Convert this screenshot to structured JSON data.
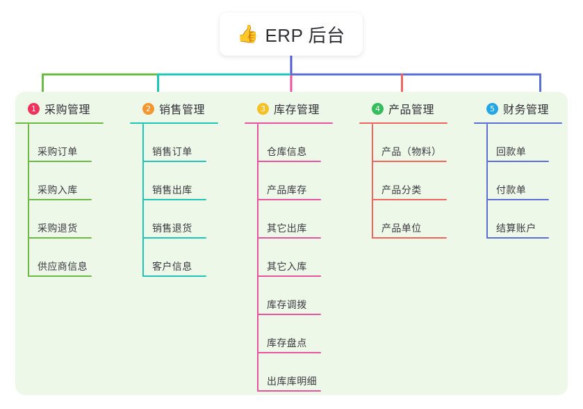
{
  "root": {
    "emoji": "👍",
    "emoji_name": "thumbs-up-icon",
    "title": "ERP 后台"
  },
  "colors": {
    "panel_bg": "#eef8e9",
    "page_bg": "#ffffff",
    "root_line": "#4f5bd5",
    "branch_1": "#6aba45",
    "branch_2": "#1ec6b6",
    "branch_3": "#e8529e",
    "branch_4": "#f4625f",
    "branch_5": "#5b6ed8",
    "badge_1": "#f0315b",
    "badge_2": "#f3962f",
    "badge_3": "#f5c026",
    "badge_4": "#35bd5d",
    "badge_5": "#23a6e8"
  },
  "branches": [
    {
      "index": "1",
      "label": "采购管理",
      "badge_color": "#f0315b",
      "line_color": "#6aba45",
      "leaves": [
        "采购订单",
        "采购入库",
        "采购退货",
        "供应商信息"
      ]
    },
    {
      "index": "2",
      "label": "销售管理",
      "badge_color": "#f3962f",
      "line_color": "#1ec6b6",
      "leaves": [
        "销售订单",
        "销售出库",
        "销售退货",
        "客户信息"
      ]
    },
    {
      "index": "3",
      "label": "库存管理",
      "badge_color": "#f5c026",
      "line_color": "#e8529e",
      "leaves": [
        "仓库信息",
        "产品库存",
        "其它出库",
        "其它入库",
        "库存调拨",
        "库存盘点",
        "出库库明细"
      ]
    },
    {
      "index": "4",
      "label": "产品管理",
      "badge_color": "#35bd5d",
      "line_color": "#f4625f",
      "leaves": [
        "产品（物料）",
        "产品分类",
        "产品单位"
      ]
    },
    {
      "index": "5",
      "label": "财务管理",
      "badge_color": "#23a6e8",
      "line_color": "#5b6ed8",
      "leaves": [
        "回款单",
        "付款单",
        "结算账户"
      ]
    }
  ],
  "layout": {
    "column_left": [
      22,
      187,
      352,
      517,
      682
    ],
    "head_rule_width": [
      127,
      127,
      127,
      127,
      127
    ],
    "leaf_rule_width": [
      92,
      92,
      92,
      108,
      90
    ]
  }
}
